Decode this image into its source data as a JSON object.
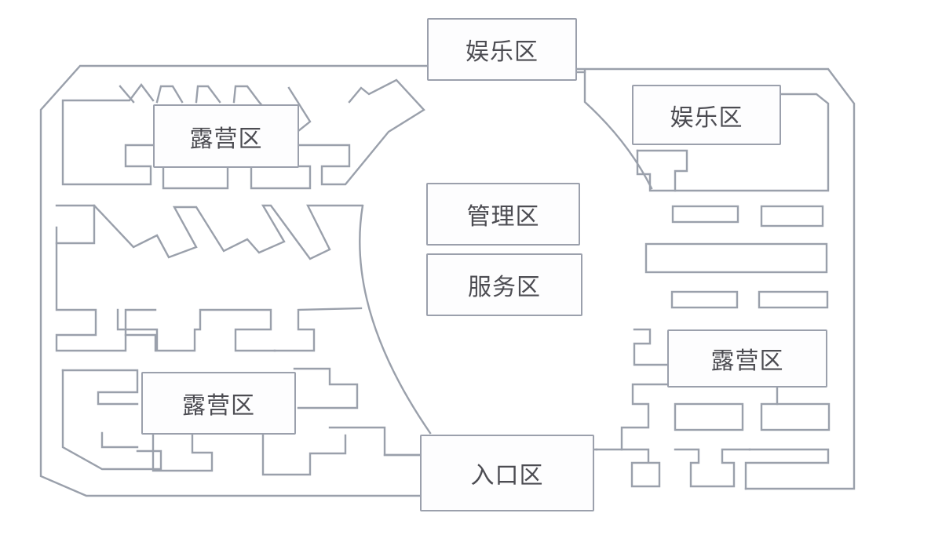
{
  "diagram": {
    "type": "site-plan",
    "subject": "campsite zoning layout",
    "line_color": "#9aa0ab",
    "text_color": "#4c4c52",
    "zones": {
      "entertainment_top": {
        "label": "娱乐区"
      },
      "entertainment_right": {
        "label": "娱乐区"
      },
      "camping_top_left": {
        "label": "露营区"
      },
      "management": {
        "label": "管理区"
      },
      "service": {
        "label": "服务区"
      },
      "camping_right": {
        "label": "露营区"
      },
      "camping_bottom_left": {
        "label": "露营区"
      },
      "entrance": {
        "label": "入口区"
      }
    }
  }
}
